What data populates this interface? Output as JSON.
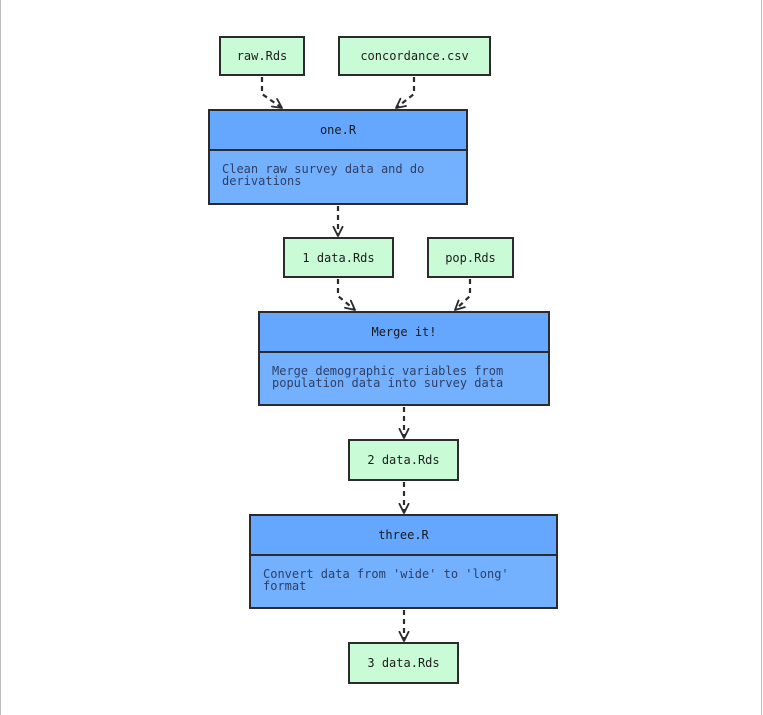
{
  "diagram": {
    "colors": {
      "file_fill": "#c9fbd7",
      "script_fill": "#73b1ff",
      "script_title_fill": "#65a6ff",
      "border": "#2b2b2b",
      "edge": "#2b2b2b",
      "desc_text": "#2f3f66"
    },
    "nodes": {
      "raw_rds": {
        "label": "raw.Rds",
        "kind": "file"
      },
      "concordance_csv": {
        "label": "concordance.csv",
        "kind": "file"
      },
      "one_r": {
        "label": "one.R",
        "kind": "script",
        "description": [
          "Clean raw survey data and do",
          "derivations"
        ]
      },
      "data1_rds": {
        "label": "1 data.Rds",
        "kind": "file"
      },
      "pop_rds": {
        "label": "pop.Rds",
        "kind": "file"
      },
      "merge_it": {
        "label": "Merge it!",
        "kind": "script",
        "description": [
          "Merge demographic variables from",
          "population data into survey data"
        ]
      },
      "data2_rds": {
        "label": "2 data.Rds",
        "kind": "file"
      },
      "three_r": {
        "label": "three.R",
        "kind": "script",
        "description": [
          "Convert data from 'wide' to 'long'",
          "format"
        ]
      },
      "data3_rds": {
        "label": "3 data.Rds",
        "kind": "file"
      }
    },
    "edges": [
      {
        "from": "raw_rds",
        "to": "one_r",
        "style": "dashed"
      },
      {
        "from": "concordance_csv",
        "to": "one_r",
        "style": "dashed"
      },
      {
        "from": "one_r",
        "to": "data1_rds",
        "style": "dashed"
      },
      {
        "from": "data1_rds",
        "to": "merge_it",
        "style": "dashed"
      },
      {
        "from": "pop_rds",
        "to": "merge_it",
        "style": "dashed"
      },
      {
        "from": "merge_it",
        "to": "data2_rds",
        "style": "dashed"
      },
      {
        "from": "data2_rds",
        "to": "three_r",
        "style": "dashed"
      },
      {
        "from": "three_r",
        "to": "data3_rds",
        "style": "dashed"
      }
    ]
  }
}
